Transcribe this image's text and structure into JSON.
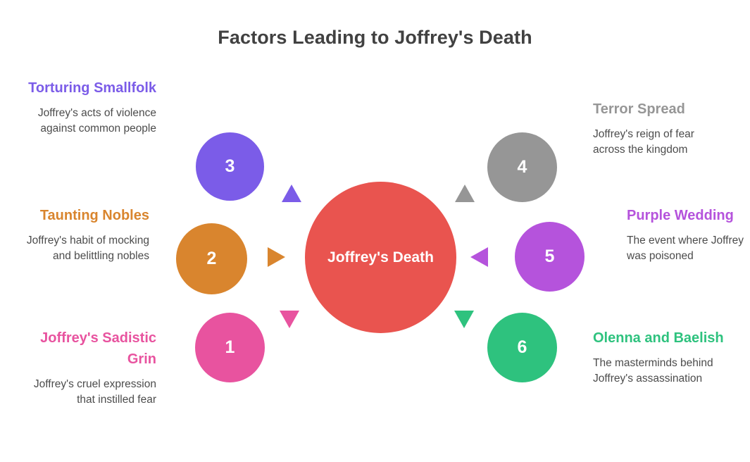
{
  "title": "Factors Leading to Joffrey's Death",
  "center": {
    "label": "Joffrey's Death",
    "color": "#E9544F"
  },
  "nodes": [
    {
      "number": "3",
      "heading": "Torturing Smallfolk",
      "description": "Joffrey's acts of violence against common people",
      "color": "#7B5CE8",
      "arrow": "up",
      "side": "left"
    },
    {
      "number": "2",
      "heading": "Taunting Nobles",
      "description": "Joffrey's habit of mocking and belittling nobles",
      "color": "#D9852E",
      "arrow": "right",
      "side": "left"
    },
    {
      "number": "1",
      "heading": "Joffrey's Sadistic Grin",
      "description": "Joffrey's cruel expression that instilled fear",
      "color": "#E8539F",
      "arrow": "down",
      "side": "left"
    },
    {
      "number": "4",
      "heading": "Terror Spread",
      "description": "Joffrey's reign of fear across the kingdom",
      "color": "#969696",
      "arrow": "up",
      "side": "right"
    },
    {
      "number": "5",
      "heading": "Purple Wedding",
      "description": "The event where Joffrey was poisoned",
      "color": "#B553DC",
      "arrow": "left",
      "side": "right"
    },
    {
      "number": "6",
      "heading": "Olenna and Baelish",
      "description": "The masterminds behind Joffrey's assassination",
      "color": "#2EC27E",
      "arrow": "down",
      "side": "right"
    }
  ]
}
